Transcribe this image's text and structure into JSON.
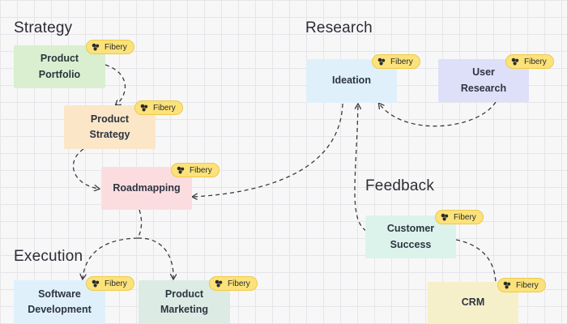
{
  "sections": {
    "strategy": "Strategy",
    "research": "Research",
    "feedback": "Feedback",
    "execution": "Execution"
  },
  "badge_label": "Fibery",
  "colors": {
    "green": "#d9efcf",
    "peach": "#fbe6c8",
    "pink": "#fbdde0",
    "lightblue": "#dff0fb",
    "lavender": "#dde0f8",
    "mint": "#dcf3ec",
    "sage": "#dcebe3",
    "yellow": "#f5f0c9",
    "badge": "#fbe27a",
    "edge": "#3a3a3a"
  },
  "nodes": {
    "product_portfolio": {
      "line1": "Product",
      "line2": "Portfolio"
    },
    "product_strategy": {
      "line1": "Product",
      "line2": "Strategy"
    },
    "roadmapping": {
      "line1": "Roadmapping"
    },
    "ideation": {
      "line1": "Ideation"
    },
    "user_research": {
      "line1": "User",
      "line2": "Research"
    },
    "customer_success": {
      "line1": "Customer",
      "line2": "Success"
    },
    "crm": {
      "line1": "CRM"
    },
    "software_development": {
      "line1": "Software",
      "line2": "Development"
    },
    "product_marketing": {
      "line1": "Product",
      "line2": "Marketing"
    }
  }
}
